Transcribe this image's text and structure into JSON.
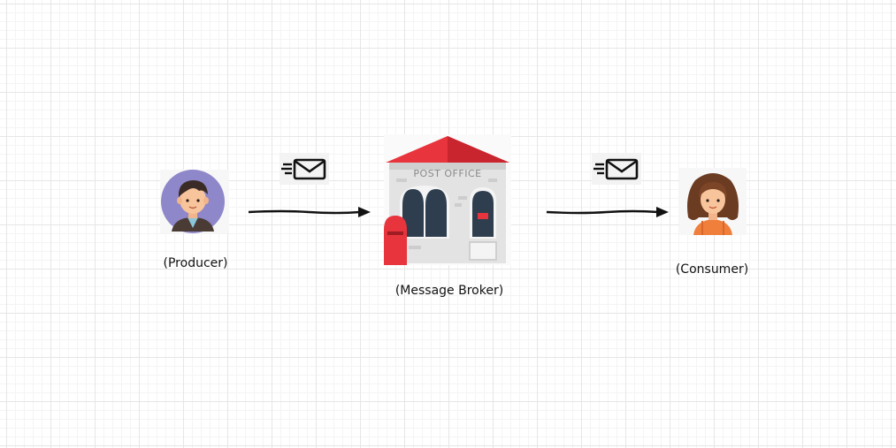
{
  "diagram": {
    "nodes": [
      {
        "id": "producer",
        "label": "(Producer)",
        "icon": "boy-avatar-icon"
      },
      {
        "id": "broker",
        "label": "(Message Broker)",
        "icon": "post-office-icon",
        "sign": "POST OFFICE"
      },
      {
        "id": "consumer",
        "label": "(Consumer)",
        "icon": "girl-avatar-icon"
      }
    ],
    "edges": [
      {
        "from": "producer",
        "to": "broker",
        "icon": "envelope-icon"
      },
      {
        "from": "broker",
        "to": "consumer",
        "icon": "envelope-icon"
      }
    ]
  },
  "colors": {
    "roof": "#e8343c",
    "mailbox": "#e8343c",
    "avatar_bg": "#8e87c9",
    "arrow": "#111111"
  }
}
